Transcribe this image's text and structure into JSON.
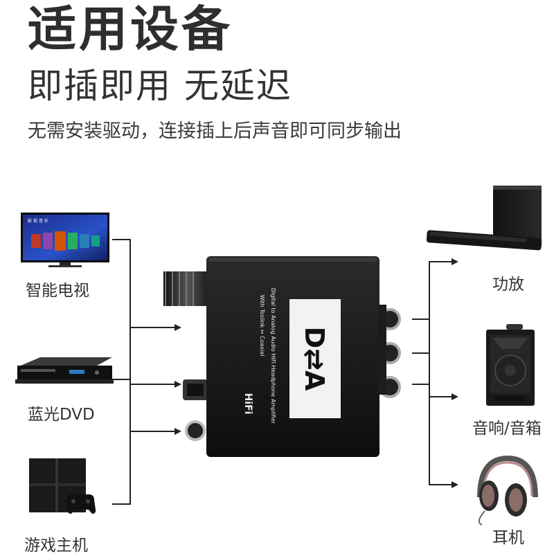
{
  "header": {
    "title": "适用设备",
    "subtitle": "即插即用  无延迟",
    "description": "无需安装驱动，连接插上后声音即可同步输出"
  },
  "sources": [
    {
      "label": "智能电视",
      "icon": "smart-tv-icon"
    },
    {
      "label": "蓝光DVD",
      "icon": "dvd-player-icon"
    },
    {
      "label": "游戏主机",
      "icon": "game-console-icon"
    }
  ],
  "outputs": [
    {
      "label": "功放",
      "icon": "soundbar-amplifier-icon"
    },
    {
      "label": "音响/音箱",
      "icon": "speaker-icon"
    },
    {
      "label": "耳机",
      "icon": "headphones-icon"
    }
  ],
  "device": {
    "line1": "Digital to Analog Audio HiFi Headphone Amplifier",
    "line2": "With Toslink ↔ Coaxial",
    "logo": "D⇄A",
    "badge": "HiFi",
    "tv_menu_text": "影 视 音 乐"
  },
  "colors": {
    "device_body": "#1a1a1a",
    "line": "#222222",
    "text": "#333333"
  }
}
